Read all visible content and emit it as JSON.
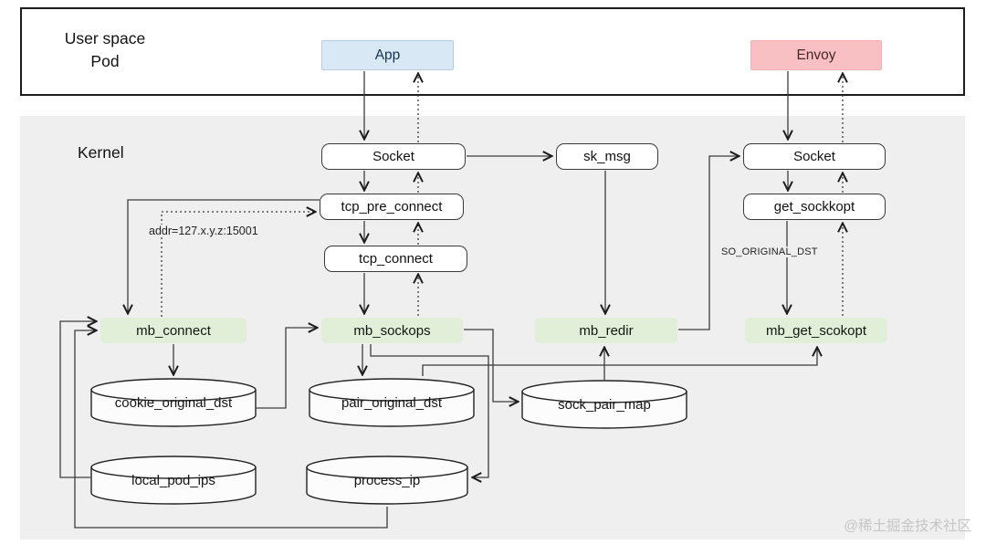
{
  "regions": {
    "user_space_line1": "User space",
    "user_space_line2": "Pod",
    "kernel_label": "Kernel"
  },
  "user_space": {
    "app": "App",
    "envoy": "Envoy"
  },
  "kernel": {
    "socket_left": "Socket",
    "sk_msg": "sk_msg",
    "socket_right": "Socket",
    "tcp_pre_connect": "tcp_pre_connect",
    "get_sockkopt": "get_sockkopt",
    "tcp_connect": "tcp_connect",
    "hooks": {
      "mb_connect": "mb_connect",
      "mb_sockops": "mb_sockops",
      "mb_redir": "mb_redir",
      "mb_get_scokopt": "mb_get_scokopt"
    },
    "maps": {
      "cookie_original_dst": "cookie_original_dst",
      "pair_original_dst": "pair_original_dst",
      "sock_pair_map": "sock_pair_map",
      "local_pod_ips": "local_pod_ips",
      "process_ip": "process_ip"
    }
  },
  "edge_labels": {
    "connect_addr": "addr=127.x.y.z:15001",
    "so_original_dst": "SO_ORIGINAL_DST"
  },
  "watermark": "@稀土掘金技术社区",
  "colors": {
    "app_fill": "#d9e8f5",
    "envoy_fill": "#f9c0c3",
    "hook_fill": "#e1efd8",
    "kernel_bg": "#efefef",
    "map_fill": "#fcfcfc",
    "line": "#3c3c3c"
  }
}
